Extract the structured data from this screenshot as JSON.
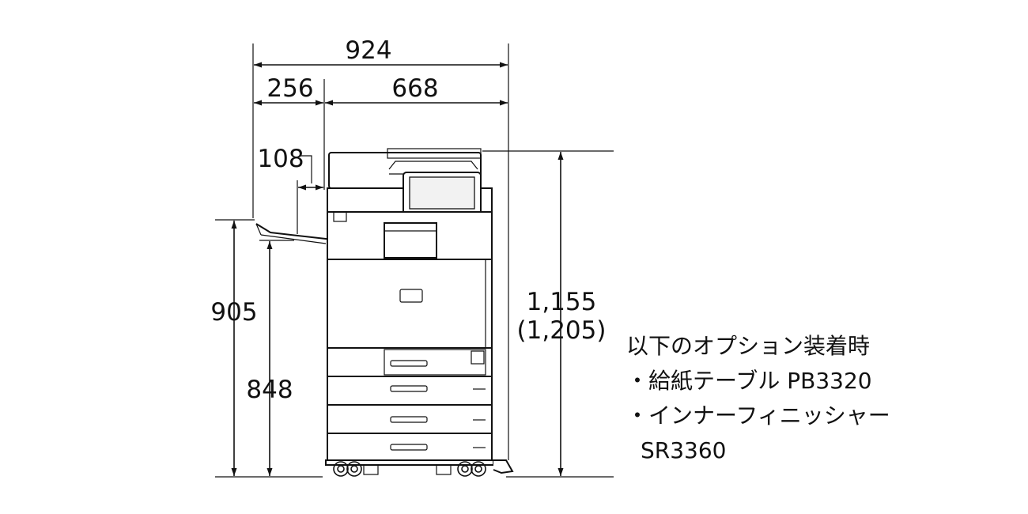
{
  "dimensions": {
    "total_width": "924",
    "left_width": "256",
    "right_width": "668",
    "tray_offset": "108",
    "height_tray": "905",
    "height_table": "848",
    "height_total": "1,155",
    "height_total_alt": "(1,205)"
  },
  "note": {
    "title": "以下のオプション装着時",
    "item1": "・給紙テーブル PB3320",
    "item2": "・インナーフィニッシャー",
    "item2_model": "SR3360"
  }
}
